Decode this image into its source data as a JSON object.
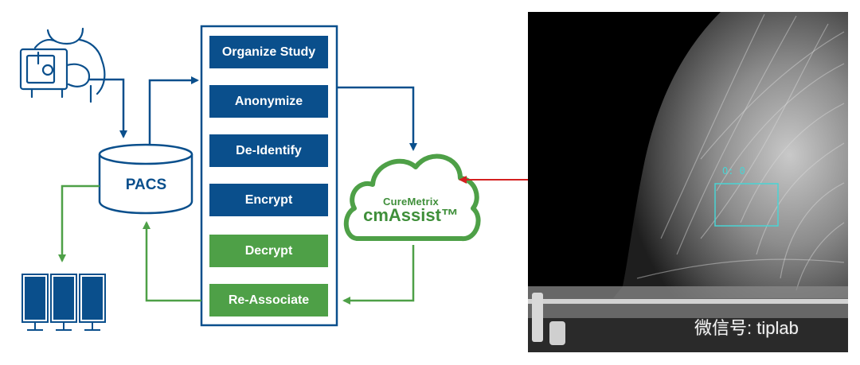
{
  "workflow_steps": [
    {
      "label": "Organize Study",
      "color": "blue"
    },
    {
      "label": "Anonymize",
      "color": "blue"
    },
    {
      "label": "De-Identify",
      "color": "blue"
    },
    {
      "label": "Encrypt",
      "color": "blue"
    },
    {
      "label": "Decrypt",
      "color": "green"
    },
    {
      "label": "Re-Associate",
      "color": "green"
    }
  ],
  "pacs": {
    "label": "PACS"
  },
  "cloud": {
    "brand": "CureMetrix",
    "product": "cmAssist™"
  },
  "mammogram": {
    "roi_label": "O: 0",
    "watermark": "微信号: tiplab"
  },
  "colors": {
    "blue": "#0a4f8c",
    "green": "#4ea047",
    "red_arrow": "#d42020",
    "roi": "#49d4d4"
  }
}
